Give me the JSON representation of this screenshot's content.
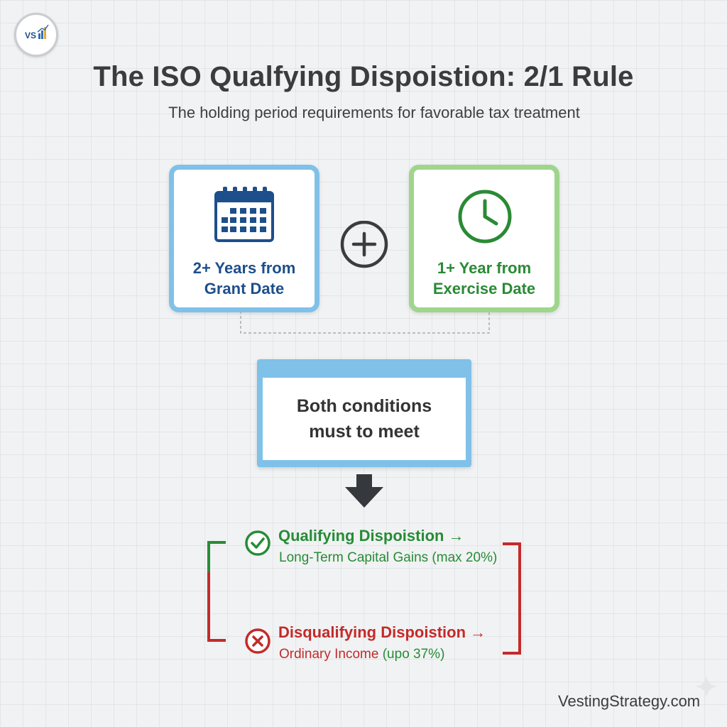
{
  "logo": {
    "text": "VS",
    "icon": "bar-chart-logo"
  },
  "title": "The ISO Qualfying Dispoistion: 2/1 Rule",
  "subtitle": "The holding period requirements for favorable tax treatment",
  "conditions_row": {
    "grant": {
      "line1": "2+ Years from",
      "line2": "Grant Date",
      "icon": "calendar-icon",
      "color": "#7fc1e8"
    },
    "operator": "plus-circle-icon",
    "exercise": {
      "line1": "1+ Year from",
      "line2": "Exercise Date",
      "icon": "clock-icon",
      "color": "#9fd58c"
    }
  },
  "requirement": {
    "line1": "Both conditions",
    "line2": "must to meet"
  },
  "outcomes": {
    "qualifying": {
      "title": "Qualifying Dispoistion →",
      "desc": "Long-Term Capital Gains (max 20%)",
      "icon": "check-circle-icon",
      "color": "#268c36"
    },
    "disqualifying": {
      "title": "Disqualifying Dispoistion →",
      "desc_part1": "Ordinary Income",
      "desc_part2": " (upo 37%)",
      "icon": "x-circle-icon",
      "color": "#c42a2a"
    }
  },
  "brand": "VestingStrategy.com"
}
